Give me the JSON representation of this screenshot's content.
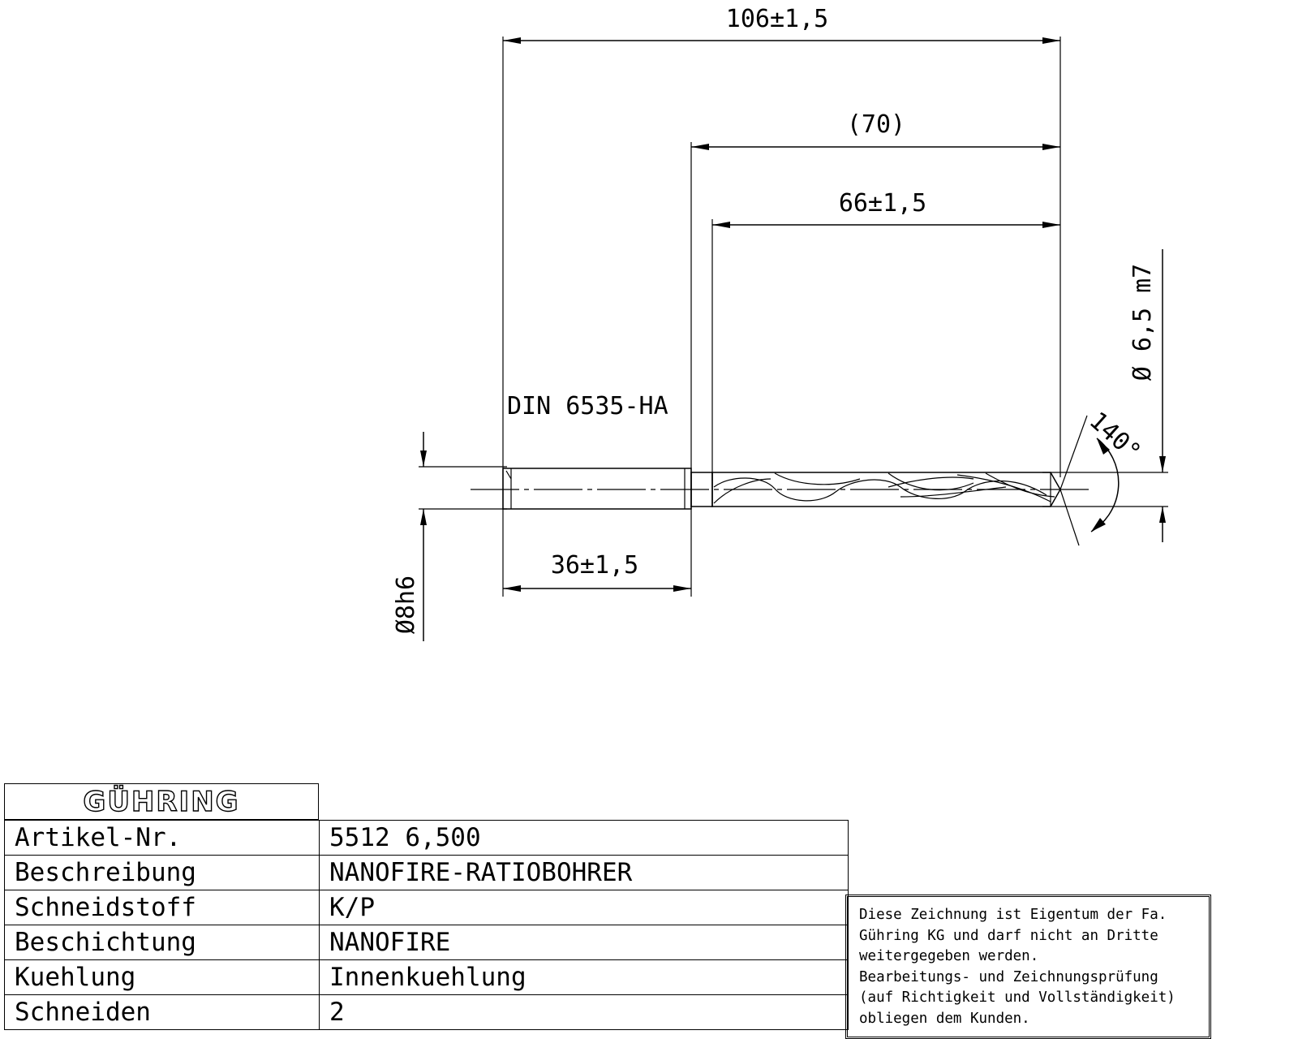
{
  "drawing": {
    "dimensions": {
      "total_length": "106±1,5",
      "flute_length_ref": "(70)",
      "flute_length": "66±1,5",
      "shank_length": "36±1,5",
      "shank_diameter": "Ø8h6",
      "cutting_diameter": "Ø 6,5 m7",
      "point_angle": "140°"
    },
    "shank_standard": "DIN 6535-HA"
  },
  "title_block": {
    "logo": "GÜHRING",
    "rows": [
      {
        "key": "Artikel-Nr.",
        "value": "5512 6,500"
      },
      {
        "key": "Beschreibung",
        "value": "NANOFIRE-RATIOBOHRER"
      },
      {
        "key": "Schneidstoff",
        "value": "K/P"
      },
      {
        "key": "Beschichtung",
        "value": "NANOFIRE"
      },
      {
        "key": "Kuehlung",
        "value": "Innenkuehlung"
      },
      {
        "key": "Schneiden",
        "value": "2"
      }
    ]
  },
  "notice": {
    "lines": [
      "Diese Zeichnung ist Eigentum der Fa.",
      "Gühring KG und darf nicht an Dritte",
      "weitergegeben werden.",
      "Bearbeitungs- und Zeichnungsprüfung",
      "(auf Richtigkeit und Vollständigkeit)",
      "obliegen dem Kunden."
    ]
  }
}
